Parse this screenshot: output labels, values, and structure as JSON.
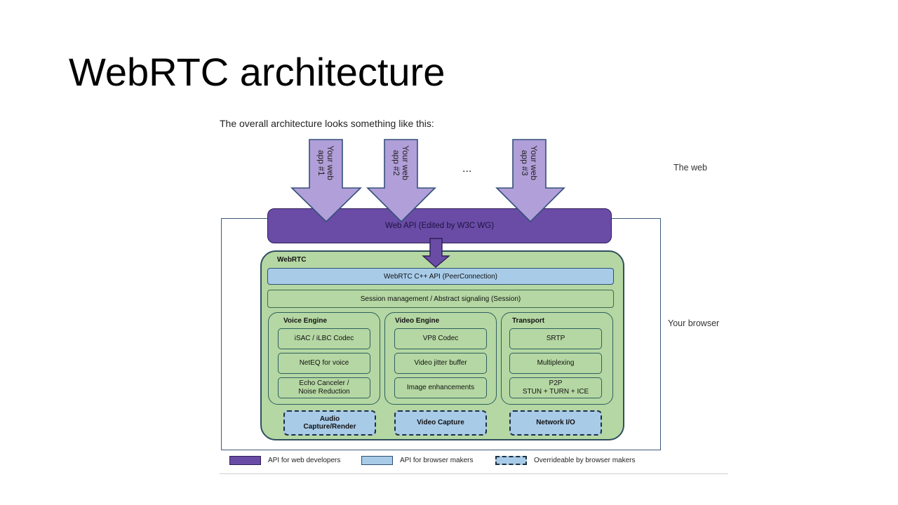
{
  "slide": {
    "title": "WebRTC architecture"
  },
  "diagram": {
    "intro": "The overall architecture looks something like this:",
    "labels": {
      "the_web": "The web",
      "your_browser": "Your browser"
    },
    "web_apps": [
      "Your web\napp #1",
      "Your web\napp #2",
      "Your web\napp #3"
    ],
    "ellipsis": "...",
    "web_api": "Web API (Edited by W3C WG)",
    "webrtc_title": "WebRTC",
    "cpp_api": "WebRTC C++ API (PeerConnection)",
    "session": "Session management / Abstract signaling (Session)",
    "voice_engine": {
      "title": "Voice Engine",
      "items": [
        "iSAC / iLBC Codec",
        "NetEQ for voice",
        "Echo Canceler /\nNoise Reduction"
      ]
    },
    "video_engine": {
      "title": "Video Engine",
      "items": [
        "VP8 Codec",
        "Video jitter buffer",
        "Image enhancements"
      ]
    },
    "transport": {
      "title": "Transport",
      "items": [
        "SRTP",
        "Multiplexing",
        "P2P\nSTUN + TURN + ICE"
      ]
    },
    "overrideable": [
      "Audio\nCapture/Render",
      "Video Capture",
      "Network I/O"
    ],
    "legend": [
      {
        "label": "API for web developers",
        "color": "#6a4ca6"
      },
      {
        "label": "API for browser makers",
        "color": "#a8cbe8"
      },
      {
        "label": "Overrideable by browser makers",
        "color": "#a8cbe8"
      }
    ]
  }
}
